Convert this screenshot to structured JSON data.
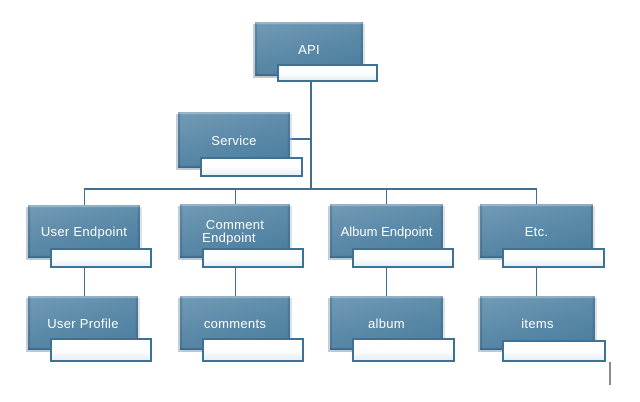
{
  "colors": {
    "node_fill": "#5d8ba9",
    "node_fill_light": "#729cb6",
    "node_fill_dark": "#497c9e",
    "connector": "#3f6f92",
    "sub_border": "#3d7295",
    "canvas_bg": "#ffffff",
    "label_color": "#fbfdfe",
    "caret_color": "#8a8a8a"
  },
  "nodes": {
    "api": {
      "label": "API"
    },
    "service": {
      "label": "Service"
    },
    "user_endpoint": {
      "label": "User Endpoint"
    },
    "comment_endpoint": {
      "label_line1": "Comment",
      "label_line2": "Endpoint"
    },
    "album_endpoint": {
      "label": "Album Endpoint"
    },
    "etc": {
      "label": "Etc."
    },
    "user_profile": {
      "label": "User Profile"
    },
    "comments": {
      "label": "comments"
    },
    "album": {
      "label": "album"
    },
    "items": {
      "label": "items"
    }
  },
  "hierarchy": {
    "root": "API",
    "assistant": "Service",
    "branches": [
      {
        "parent": "User Endpoint",
        "child": "User Profile"
      },
      {
        "parent": "Comment Endpoint",
        "child": "comments"
      },
      {
        "parent": "Album Endpoint",
        "child": "album"
      },
      {
        "parent": "Etc.",
        "child": "items"
      }
    ]
  }
}
